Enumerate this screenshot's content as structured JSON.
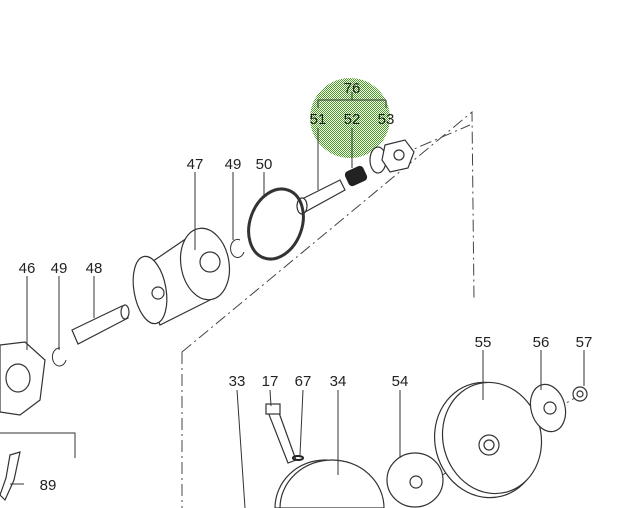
{
  "title": "Exploded parts diagram",
  "highlight_color": "#5fbf1f",
  "labels": {
    "p76": "76",
    "p51": "51",
    "p52": "52",
    "p53": "53",
    "p47": "47",
    "p49a": "49",
    "p50": "50",
    "p46": "46",
    "p49b": "49",
    "p48": "48",
    "p55": "55",
    "p56": "56",
    "p57": "57",
    "p33": "33",
    "p17": "17",
    "p67": "67",
    "p34": "34",
    "p54": "54",
    "p89": "89"
  }
}
